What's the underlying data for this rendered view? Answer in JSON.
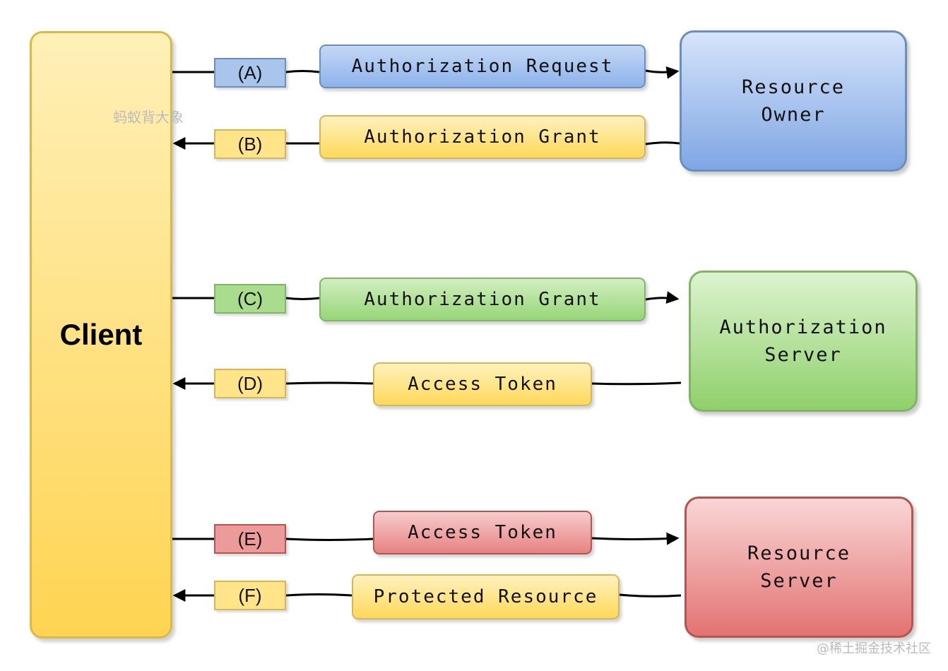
{
  "client": {
    "label": "Client"
  },
  "watermark": {
    "top": "蚂蚁背大象",
    "bottom": "@稀土掘金技术社区"
  },
  "entities": {
    "resource_owner": {
      "label": "Resource\nOwner"
    },
    "authorization_server": {
      "label": "Authorization\nServer"
    },
    "resource_server": {
      "label": "Resource\nServer"
    }
  },
  "steps": [
    {
      "tag": "(A)",
      "label": "Authorization Request"
    },
    {
      "tag": "(B)",
      "label": "Authorization Grant"
    },
    {
      "tag": "(C)",
      "label": "Authorization Grant"
    },
    {
      "tag": "(D)",
      "label": "Access Token"
    },
    {
      "tag": "(E)",
      "label": "Access Token"
    },
    {
      "tag": "(F)",
      "label": "Protected Resource"
    }
  ],
  "colors": {
    "blue_fill": "#a9c5ec",
    "blue_border": "#6c8ebf",
    "yellow_fill": "#ffe48a",
    "yellow_border": "#d6b656",
    "green_fill": "#a9dc8c",
    "green_border": "#82b366",
    "red_fill": "#ec9a9a",
    "red_border": "#b85450",
    "line": "#000000"
  }
}
